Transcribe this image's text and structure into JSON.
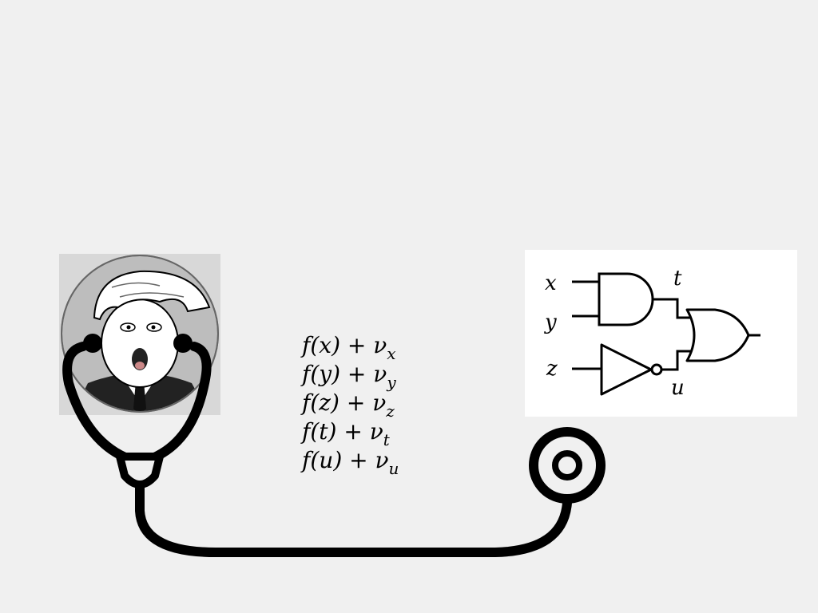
{
  "equations": [
    {
      "func": "f",
      "arg": "x",
      "noise": "ν",
      "sub": "x"
    },
    {
      "func": "f",
      "arg": "y",
      "noise": "ν",
      "sub": "y"
    },
    {
      "func": "f",
      "arg": "z",
      "noise": "ν",
      "sub": "z"
    },
    {
      "func": "f",
      "arg": "t",
      "noise": "ν",
      "sub": "t"
    },
    {
      "func": "f",
      "arg": "u",
      "noise": "ν",
      "sub": "u"
    }
  ],
  "circuit": {
    "inputs": [
      "x",
      "y",
      "z"
    ],
    "wires": [
      "t",
      "u"
    ],
    "gates": [
      "and-gate",
      "not-gate",
      "or-gate"
    ]
  },
  "icons": [
    "person-avatar-icon",
    "stethoscope-icon"
  ],
  "colors": {
    "background": "#f0f0f0",
    "stroke": "#000000",
    "panel": "#ffffff"
  }
}
